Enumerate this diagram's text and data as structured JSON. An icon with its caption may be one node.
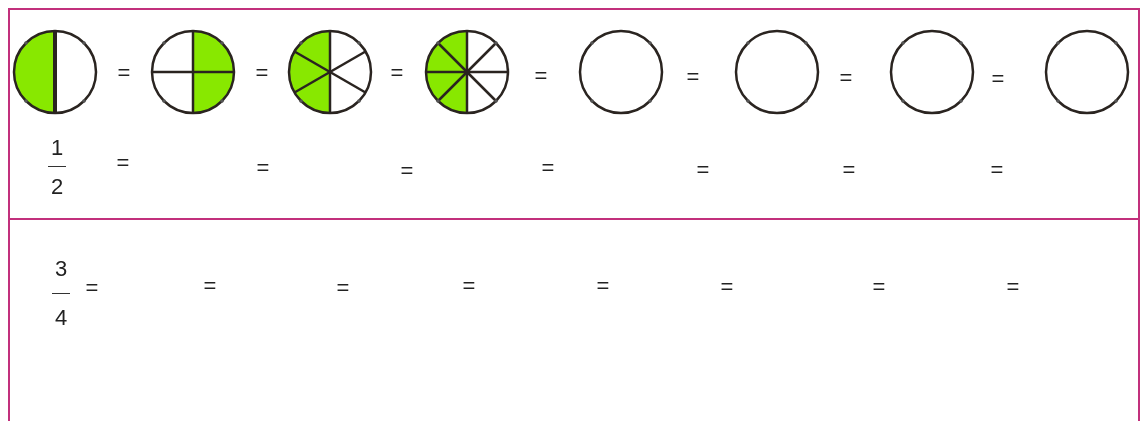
{
  "diagram": {
    "labels": [
      "=",
      "=",
      "=",
      "=",
      "=",
      "=",
      "=",
      "1",
      "2",
      "=",
      "=",
      "=",
      "=",
      "=",
      "=",
      "=",
      "3",
      "4",
      "=",
      "=",
      "=",
      "=",
      "=",
      "=",
      "=",
      "="
    ]
  }
}
